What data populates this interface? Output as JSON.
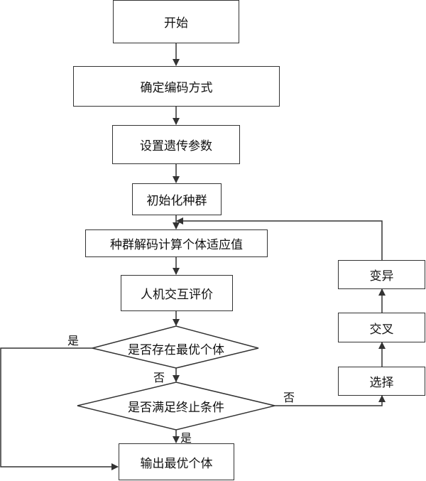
{
  "title": "遗传算法流程图",
  "nodes": {
    "start": "开始",
    "encoding": "确定编码方式",
    "params": "设置遗传参数",
    "init": "初始化种群",
    "decode": "种群解码计算个体适应值",
    "evaluate": "人机交互评价",
    "decision_best": "是否存在最优个体",
    "decision_stop": "是否满足终止条件",
    "output": "输出最优个体",
    "select": "选择",
    "crossover": "交叉",
    "mutate": "变异"
  },
  "edge_labels": {
    "best_yes": "是",
    "best_no": "否",
    "stop_no": "否",
    "stop_yes": "是"
  },
  "colors": {
    "line": "#333333",
    "text": "#111111",
    "background": "#ffffff"
  }
}
